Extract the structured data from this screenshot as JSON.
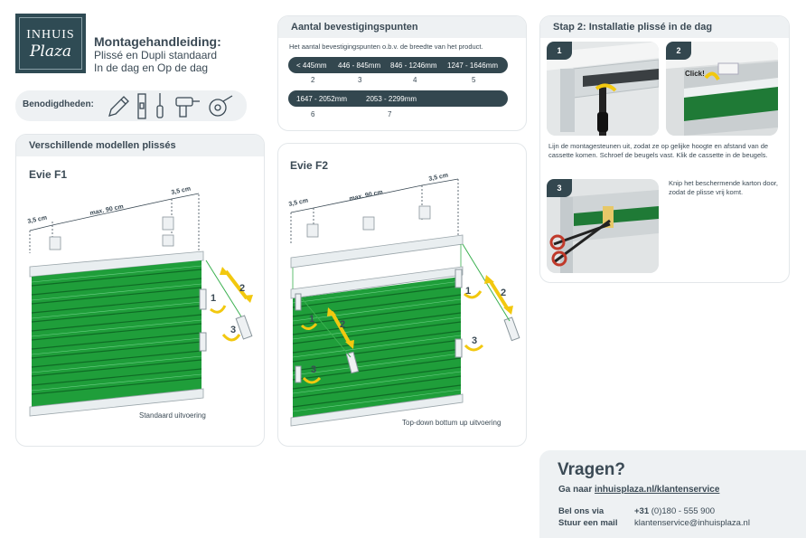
{
  "header": {
    "logo_line1": "INHUIS",
    "logo_line2": "Plaza",
    "title": "Montagehandleiding:",
    "subtitle1": "Plissé en Dupli standaard",
    "subtitle2": "In de dag en Op de dag"
  },
  "tools": {
    "label": "Benodigdheden:",
    "icons": [
      "pencil-icon",
      "level-icon",
      "screwdriver-icon",
      "drill-icon",
      "tape-measure-icon"
    ]
  },
  "models": {
    "header": "Verschillende modellen plissés",
    "f1": {
      "name": "Evie F1",
      "dim_left": "3,5 cm",
      "dim_mid": "max. 90 cm",
      "dim_right": "3,5 cm",
      "caption": "Standaard uitvoering",
      "steps": [
        "1",
        "2",
        "3"
      ]
    },
    "f2": {
      "name": "Evie F2",
      "dim_left": "3,5 cm",
      "dim_mid": "max. 90 cm",
      "dim_right": "3,5 cm",
      "caption": "Top-down bottum up uitvoering",
      "steps_left": [
        "1",
        "2",
        "3"
      ],
      "steps_right": [
        "1",
        "2",
        "3"
      ]
    }
  },
  "mount_points": {
    "header": "Aantal bevestigingspunten",
    "intro": "Het aantal bevestigingspunten o.b.v. de breedte van het product.",
    "row1": [
      {
        "range": "< 445mm",
        "count": "2"
      },
      {
        "range": "446 - 845mm",
        "count": "3"
      },
      {
        "range": "846 - 1246mm",
        "count": "4"
      },
      {
        "range": "1247 - 1646mm",
        "count": "5"
      }
    ],
    "row2": [
      {
        "range": "1647 - 2052mm",
        "count": "6"
      },
      {
        "range": "2053 - 2299mm",
        "count": "7"
      }
    ]
  },
  "step2": {
    "header": "Stap 2: Installatie plissé in de dag",
    "badge1": "1",
    "badge2": "2",
    "badge3": "3",
    "click_label": "Click!",
    "text1": "Lijn de montagesteunen uit, zodat ze op gelijke hoogte en afstand van de cassette komen. Schroef de beugels vast. Klik de cassette in de beugels.",
    "text3": "Knip het beschermende karton door, zodat de plisse vrij komt."
  },
  "questions": {
    "title": "Vragen?",
    "goto_prefix": "Ga naar",
    "goto_link": "inhuisplaza.nl/klantenservice",
    "call_label": "Bel ons via",
    "call_value_bold": "+31",
    "call_value": "(0)180 - 555 900",
    "mail_label": "Stuur een mail",
    "mail_value": "klantenservice@inhuisplaza.nl"
  },
  "colors": {
    "dark": "#33474f",
    "green": "#1f9e3a",
    "yellow": "#f2c80f",
    "light_bg": "#eef1f3"
  }
}
